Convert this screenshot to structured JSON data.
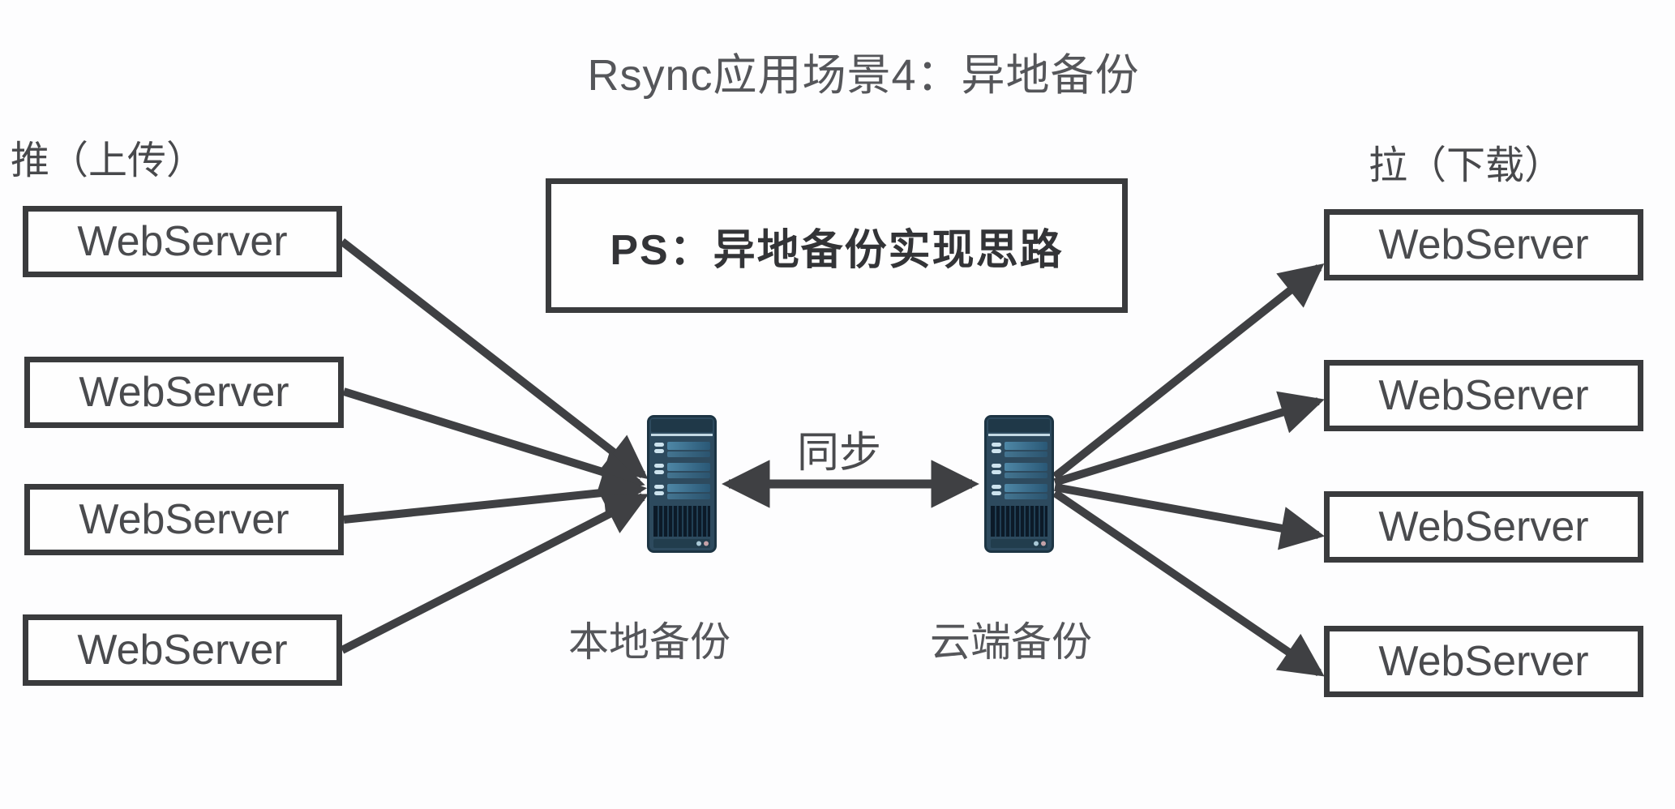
{
  "title": "Rsync应用场景4：异地备份",
  "note_box": {
    "text": "PS：异地备份实现思路"
  },
  "push_group": {
    "heading": "推（上传）",
    "servers": [
      {
        "label": "WebServer"
      },
      {
        "label": "WebServer"
      },
      {
        "label": "WebServer"
      },
      {
        "label": "WebServer"
      }
    ]
  },
  "pull_group": {
    "heading": "拉（下载）",
    "servers": [
      {
        "label": "WebServer"
      },
      {
        "label": "WebServer"
      },
      {
        "label": "WebServer"
      },
      {
        "label": "WebServer"
      }
    ]
  },
  "local_backup": {
    "label": "本地备份",
    "icon": "server-tower-icon"
  },
  "cloud_backup": {
    "label": "云端备份",
    "icon": "server-tower-icon"
  },
  "sync_link": {
    "label": "同步",
    "direction": "bidirectional"
  },
  "colors": {
    "background": "#fdfdfe",
    "connector_line": "#3f4043",
    "box_border": "#3a3b3d",
    "box_text": "#4a4b4e",
    "title_text": "#55565a",
    "server_body": "#2d4a5e",
    "server_bay_light": "#4e87a6",
    "server_bay_dark": "#2a5876",
    "server_grille": "#0c1a28"
  }
}
